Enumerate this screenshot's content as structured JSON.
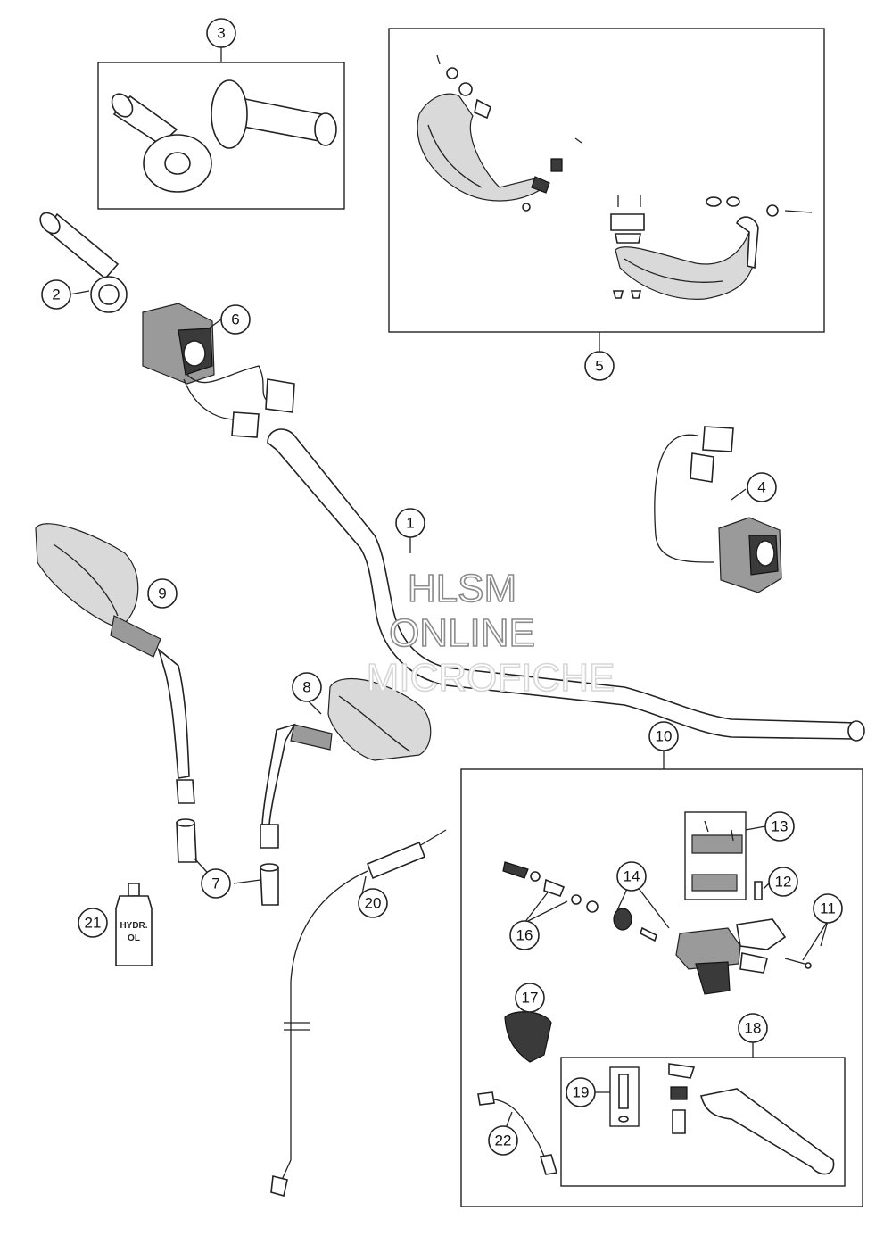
{
  "watermark": {
    "line1": "HLSM",
    "line2": "ONLINE",
    "line3": "MICROFICHE"
  },
  "callouts": [
    {
      "id": "1",
      "label": "1"
    },
    {
      "id": "2",
      "label": "2"
    },
    {
      "id": "3",
      "label": "3"
    },
    {
      "id": "4",
      "label": "4"
    },
    {
      "id": "5",
      "label": "5"
    },
    {
      "id": "6",
      "label": "6"
    },
    {
      "id": "7",
      "label": "7"
    },
    {
      "id": "8",
      "label": "8"
    },
    {
      "id": "9",
      "label": "9"
    },
    {
      "id": "10",
      "label": "10"
    },
    {
      "id": "11",
      "label": "11"
    },
    {
      "id": "12",
      "label": "12"
    },
    {
      "id": "13",
      "label": "13"
    },
    {
      "id": "14",
      "label": "14"
    },
    {
      "id": "16",
      "label": "16"
    },
    {
      "id": "17",
      "label": "17"
    },
    {
      "id": "18",
      "label": "18"
    },
    {
      "id": "19",
      "label": "19"
    },
    {
      "id": "20",
      "label": "20"
    },
    {
      "id": "21",
      "label": "21"
    },
    {
      "id": "22",
      "label": "22"
    }
  ],
  "bottle_label": {
    "line1": "HYDR.",
    "line2": "ÖL"
  }
}
